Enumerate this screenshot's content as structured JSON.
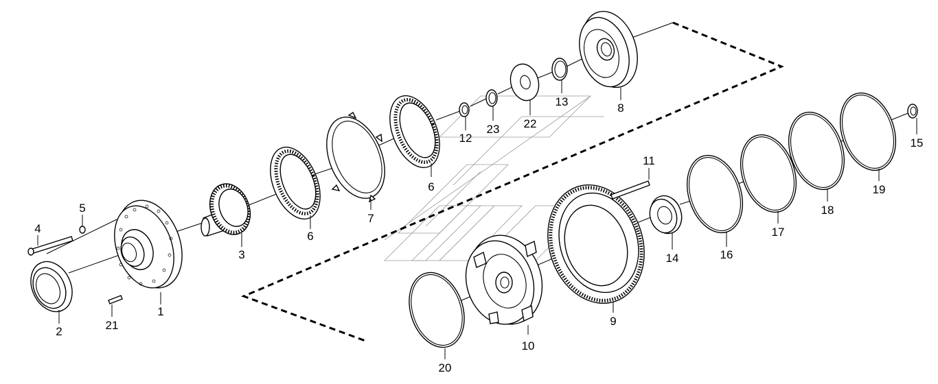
{
  "diagram": {
    "callouts": [
      {
        "id": "p1",
        "label": "1"
      },
      {
        "id": "p2",
        "label": "2"
      },
      {
        "id": "p3",
        "label": "3"
      },
      {
        "id": "p4",
        "label": "4"
      },
      {
        "id": "p5",
        "label": "5"
      },
      {
        "id": "p6a",
        "label": "6"
      },
      {
        "id": "p6b",
        "label": "6"
      },
      {
        "id": "p7",
        "label": "7"
      },
      {
        "id": "p8",
        "label": "8"
      },
      {
        "id": "p9",
        "label": "9"
      },
      {
        "id": "p10",
        "label": "10"
      },
      {
        "id": "p11",
        "label": "11"
      },
      {
        "id": "p12",
        "label": "12"
      },
      {
        "id": "p13",
        "label": "13"
      },
      {
        "id": "p14",
        "label": "14"
      },
      {
        "id": "p15",
        "label": "15"
      },
      {
        "id": "p16",
        "label": "16"
      },
      {
        "id": "p17",
        "label": "17"
      },
      {
        "id": "p18",
        "label": "18"
      },
      {
        "id": "p19",
        "label": "19"
      },
      {
        "id": "p20",
        "label": "20"
      },
      {
        "id": "p21",
        "label": "21"
      },
      {
        "id": "p22",
        "label": "22"
      },
      {
        "id": "p23",
        "label": "23"
      }
    ]
  }
}
